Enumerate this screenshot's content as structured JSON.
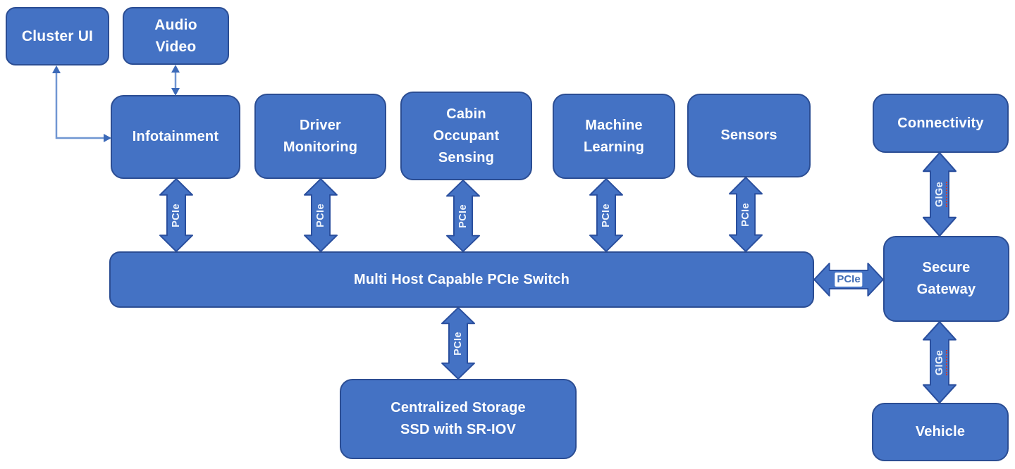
{
  "labels": {
    "pcie": "PCIe",
    "gige": "GIGe"
  },
  "nodes": {
    "cluster_ui": "Cluster UI",
    "audio_video": {
      "line1": "Audio",
      "line2": "Video"
    },
    "infotainment": "Infotainment",
    "driver_monitoring": {
      "line1": "Driver",
      "line2": "Monitoring"
    },
    "cabin_occupant_sensing": {
      "line1": "Cabin",
      "line2": "Occupant",
      "line3": "Sensing"
    },
    "machine_learning": {
      "line1": "Machine",
      "line2": "Learning"
    },
    "sensors": "Sensors",
    "connectivity": "Connectivity",
    "secure_gateway": {
      "line1": "Secure",
      "line2": "Gateway"
    },
    "vehicle": "Vehicle",
    "pcie_switch": "Multi Host Capable PCIe Switch",
    "centralized_storage": {
      "line1": "Centralized Storage",
      "line2": "SSD with SR-IOV"
    }
  },
  "colors": {
    "node_fill": "#4472c4",
    "node_border": "#2b4d93",
    "node_text": "#ffffff",
    "connector_line": "#7096d2",
    "connector_head": "#3b69b8",
    "pcie_horizontal_label_text": "#3f6cb5",
    "gige_underline": "#cf3a2e",
    "background": "#ffffff"
  }
}
